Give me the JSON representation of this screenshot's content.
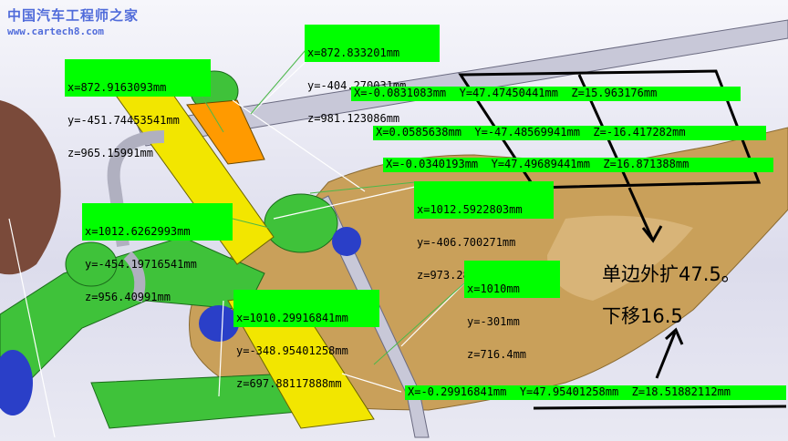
{
  "watermark": {
    "title": "中国汽车工程师之家",
    "url": "www.cartech8.com"
  },
  "point_labels": [
    {
      "x": "x=872.833201mm",
      "y": "y=-404.270031mm",
      "z": "z=981.123086mm"
    },
    {
      "x": "x=872.9163093mm",
      "y": "y=-451.74453541mm",
      "z": "z=965.15991mm"
    },
    {
      "x": "x=1012.5922803mm",
      "y": "y=-406.700271mm",
      "z": "z=973.281298mm"
    },
    {
      "x": "x=1012.6262993mm",
      "y": "y=-454.19716541mm",
      "z": "z=956.40991mm"
    },
    {
      "x": "x=1010mm",
      "y": "y=-301mm",
      "z": "z=716.4mm"
    },
    {
      "x": "x=1010.29916841mm",
      "y": "y=-348.95401258mm",
      "z": "z=697.88117888mm"
    }
  ],
  "offset_labels": [
    "X=-0.0831083mm  Y=47.47450441mm  Z=15.963176mm",
    "X=0.0585638mm  Y=-47.48569941mm  Z=-16.417282mm",
    "X=-0.0340193mm  Y=47.49689441mm  Z=16.871388mm",
    "X=-0.29916841mm  Y=47.95401258mm  Z=18.51882112mm"
  ],
  "annotations": {
    "expand": "单边外扩47.5。",
    "lower": "下移16.5"
  },
  "colors": {
    "label_bg": "#00ff00",
    "frame": "#4cb84a",
    "bracket": "#f2e600",
    "knuckle": "#c9a05a",
    "bar": "#c8c8d8",
    "ink": "#000000"
  }
}
